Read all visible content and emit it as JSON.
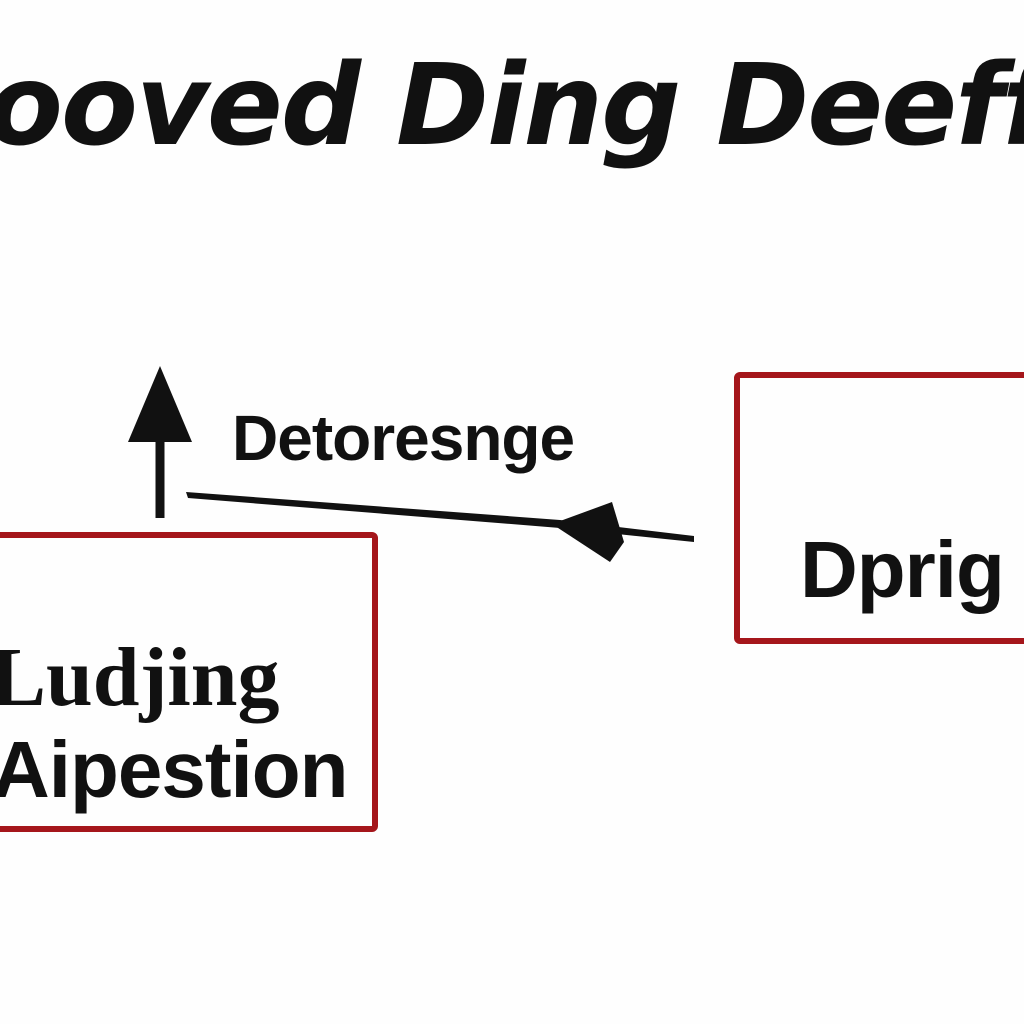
{
  "title": "ooved Ding Deeffestin",
  "edge_label": "Detoresnge",
  "boxes": {
    "left": {
      "line1": "Ludjing",
      "line2": "Aipestion"
    },
    "right": {
      "line1": "Dprig"
    }
  },
  "colors": {
    "box_border": "#a5161b",
    "text": "#111111",
    "background": "#fefefe"
  }
}
